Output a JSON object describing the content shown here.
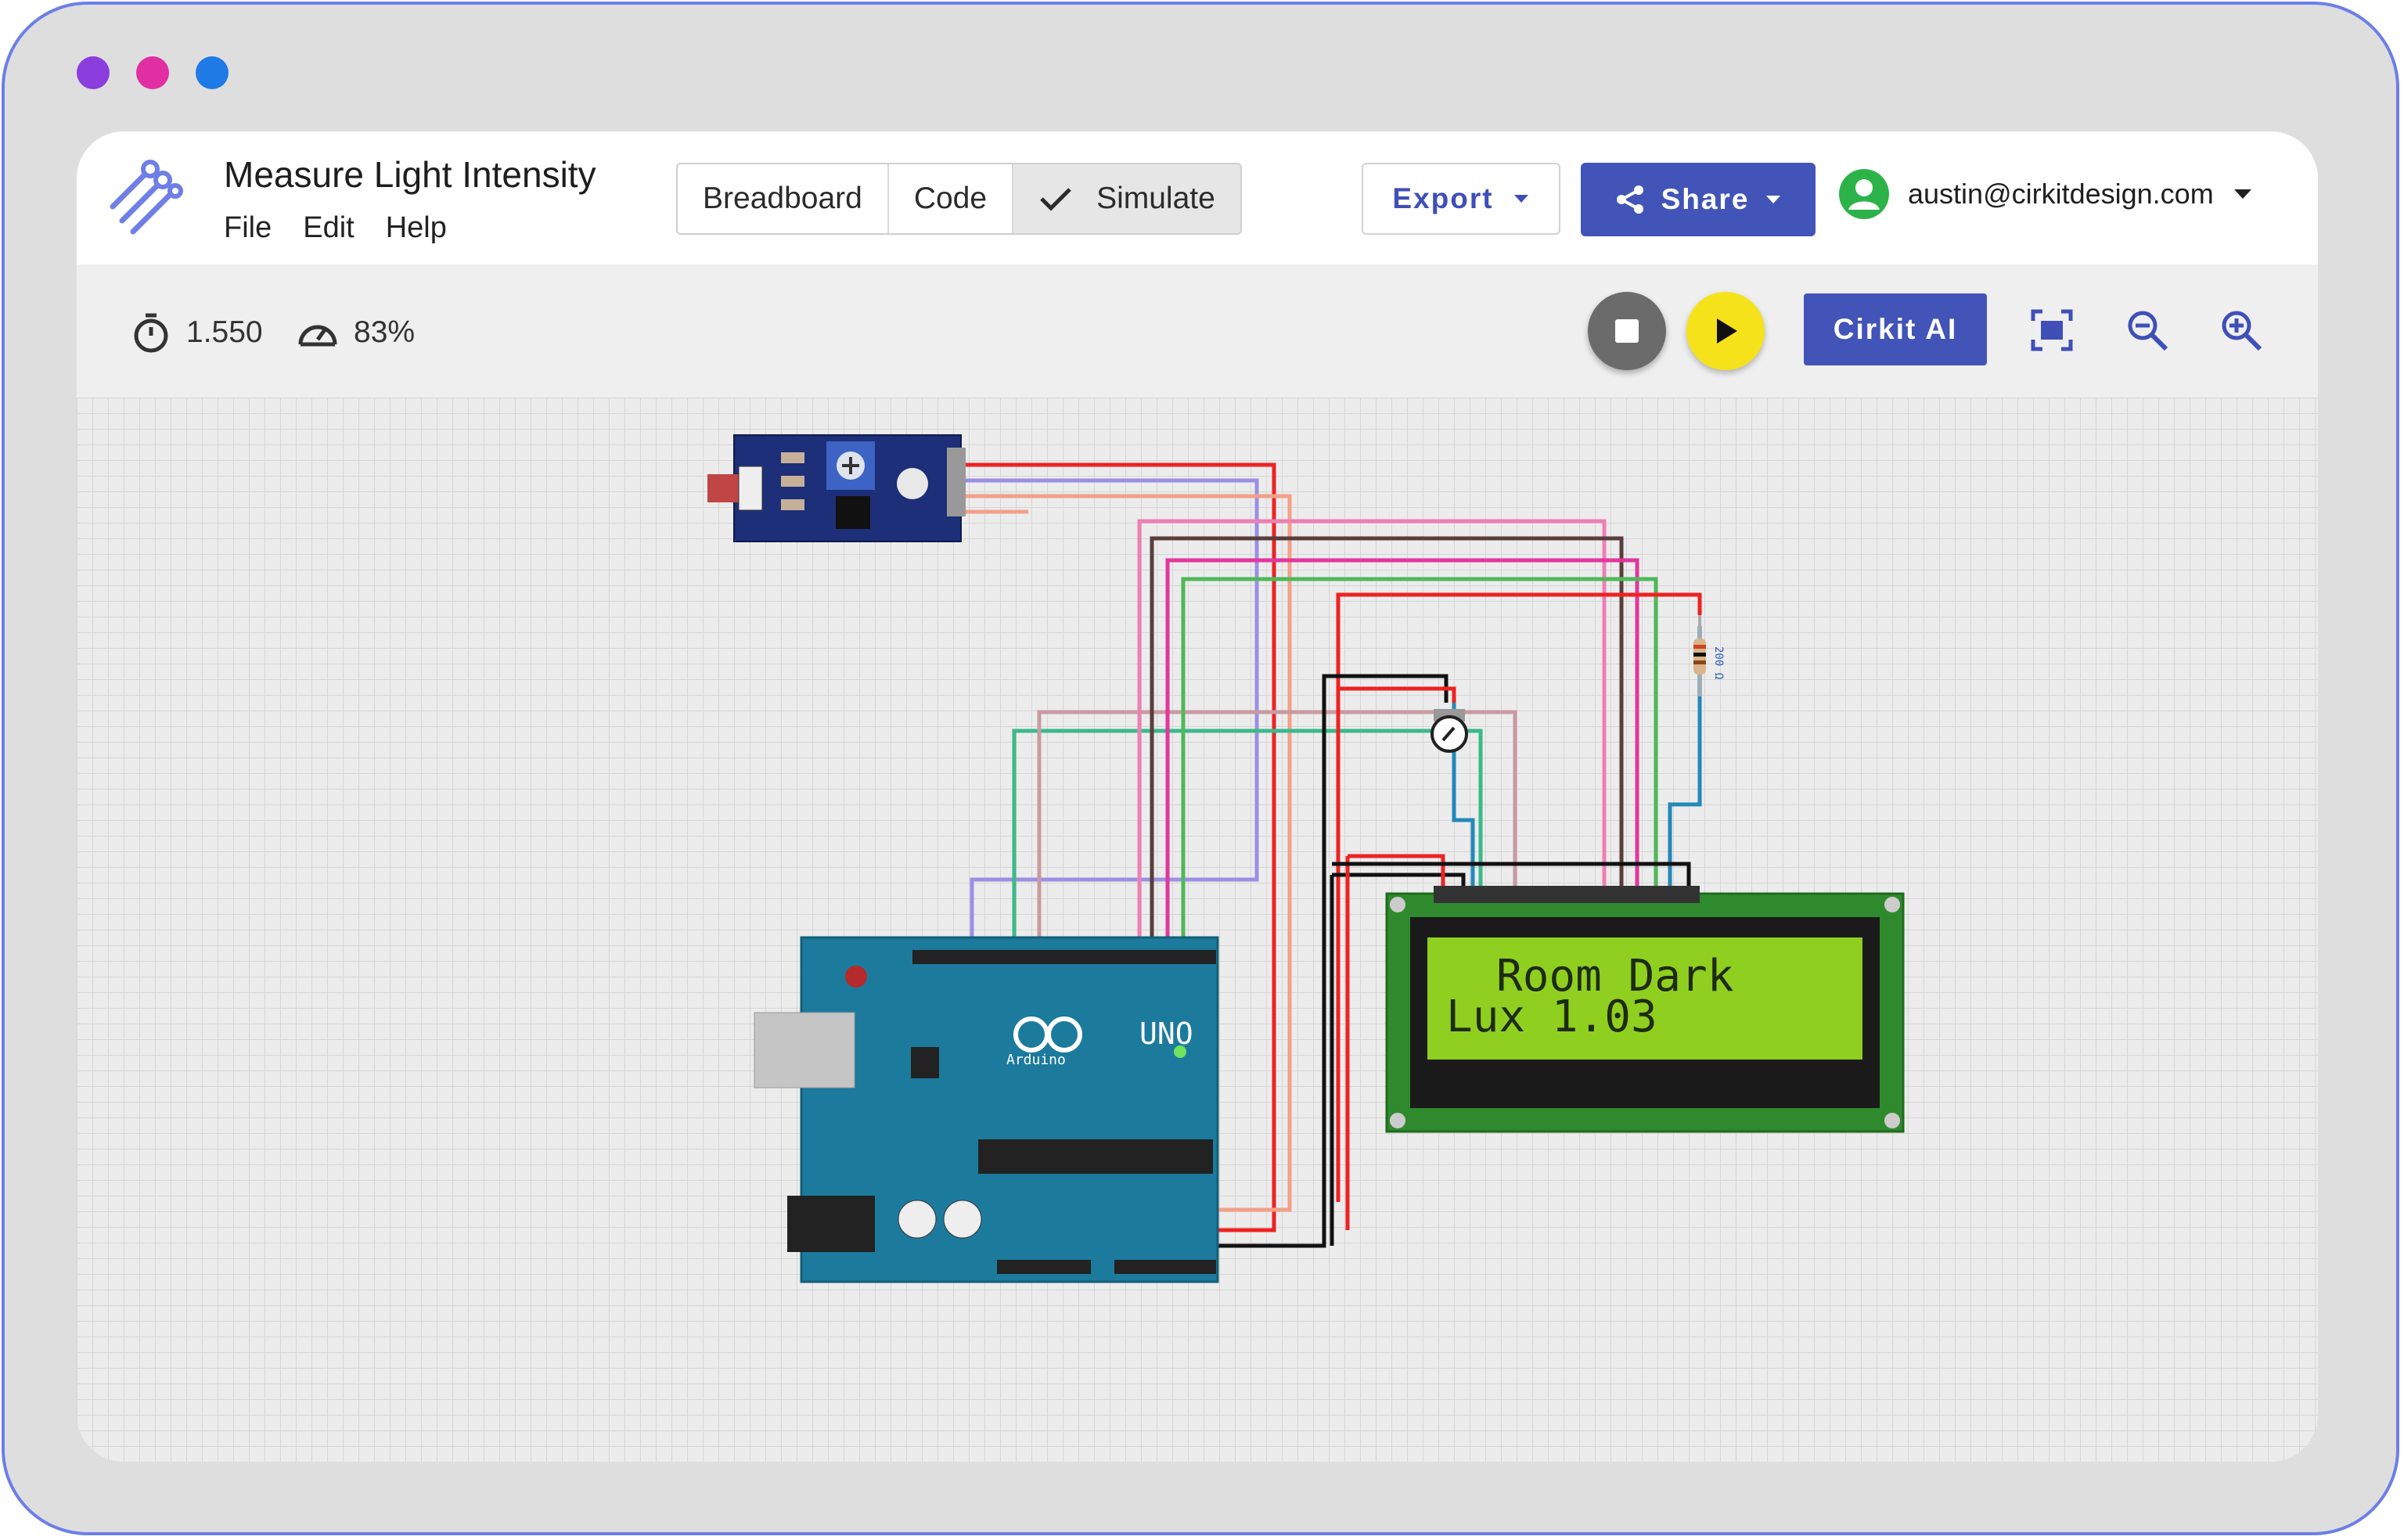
{
  "window_dots": {
    "colors": [
      "#8b3dde",
      "#e02ea3",
      "#1f7ae6"
    ]
  },
  "app": {
    "title": "Measure Light Intensity"
  },
  "menu": {
    "items": [
      "File",
      "Edit",
      "Help"
    ]
  },
  "tabs": {
    "items": [
      "Breadboard",
      "Code",
      "Simulate"
    ],
    "active": "Simulate"
  },
  "actions": {
    "export_label": "Export",
    "share_label": "Share"
  },
  "user": {
    "email": "austin@cirkitdesign.com"
  },
  "toolbar": {
    "time_value": "1.550",
    "speed_value": "83%",
    "ai_label": "Cirkit AI"
  },
  "icons": {
    "logo": "cirkit-logo-icon",
    "timer": "stopwatch-icon",
    "speed": "speedometer-icon",
    "stop": "stop-icon",
    "play": "play-icon",
    "fit": "fit-screen-icon",
    "zoom_out": "zoom-out-icon",
    "zoom_in": "zoom-in-icon"
  },
  "colors": {
    "accent": "#4254b7",
    "play": "#f6e21a",
    "stop": "#6b6b6b",
    "avatar": "#2bb34a"
  },
  "lcd": {
    "line1": "Room  Dark",
    "line2": "Lux  1.03"
  },
  "resistor": {
    "label": "200 Ω"
  },
  "arduino": {
    "label": "UNO",
    "brand": "Arduino"
  }
}
